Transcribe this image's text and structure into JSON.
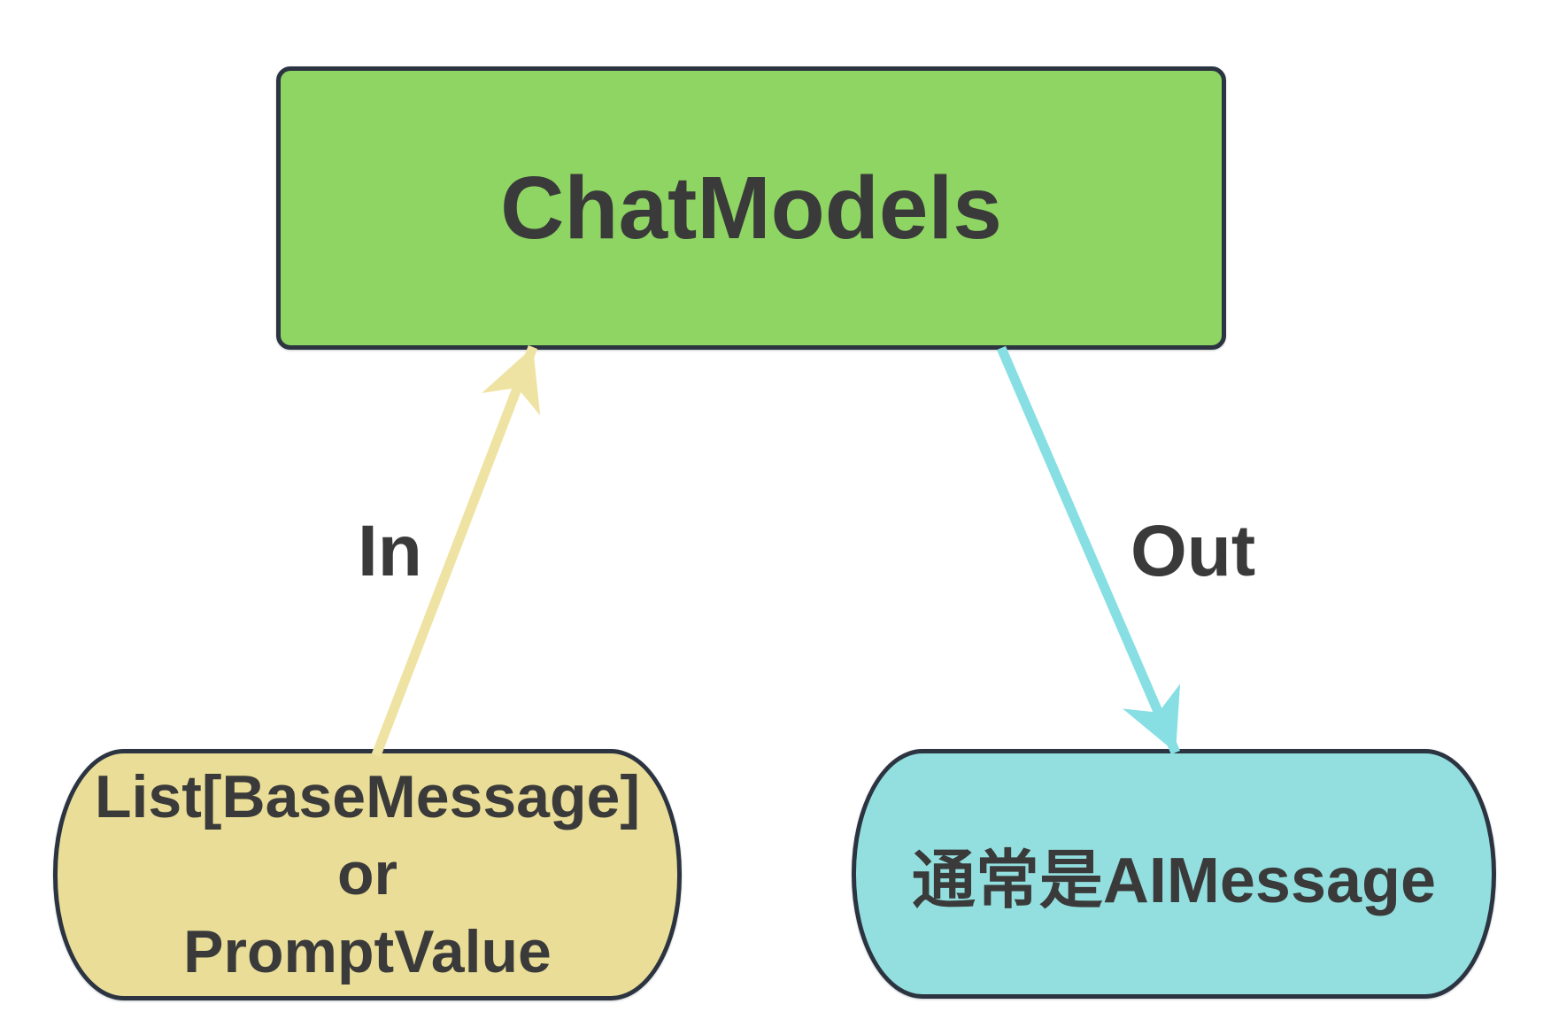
{
  "diagram": {
    "chatmodels_node": {
      "label": "ChatModels"
    },
    "input_node": {
      "lines": [
        "List[BaseMessage]",
        "or",
        "PromptValue"
      ]
    },
    "output_node": {
      "label": "通常是AIMessage"
    },
    "edges": {
      "in_label": "In",
      "out_label": "Out"
    }
  },
  "colors": {
    "chatmodels_fill": "#8ED563",
    "input_fill": "#EADD97",
    "output_fill": "#93DFDF",
    "node_border": "#2B3440",
    "in_arrow": "#EFE3A3",
    "out_arrow": "#87DFE4",
    "text": "#3A3A3A",
    "background": "#FFFFFF"
  }
}
